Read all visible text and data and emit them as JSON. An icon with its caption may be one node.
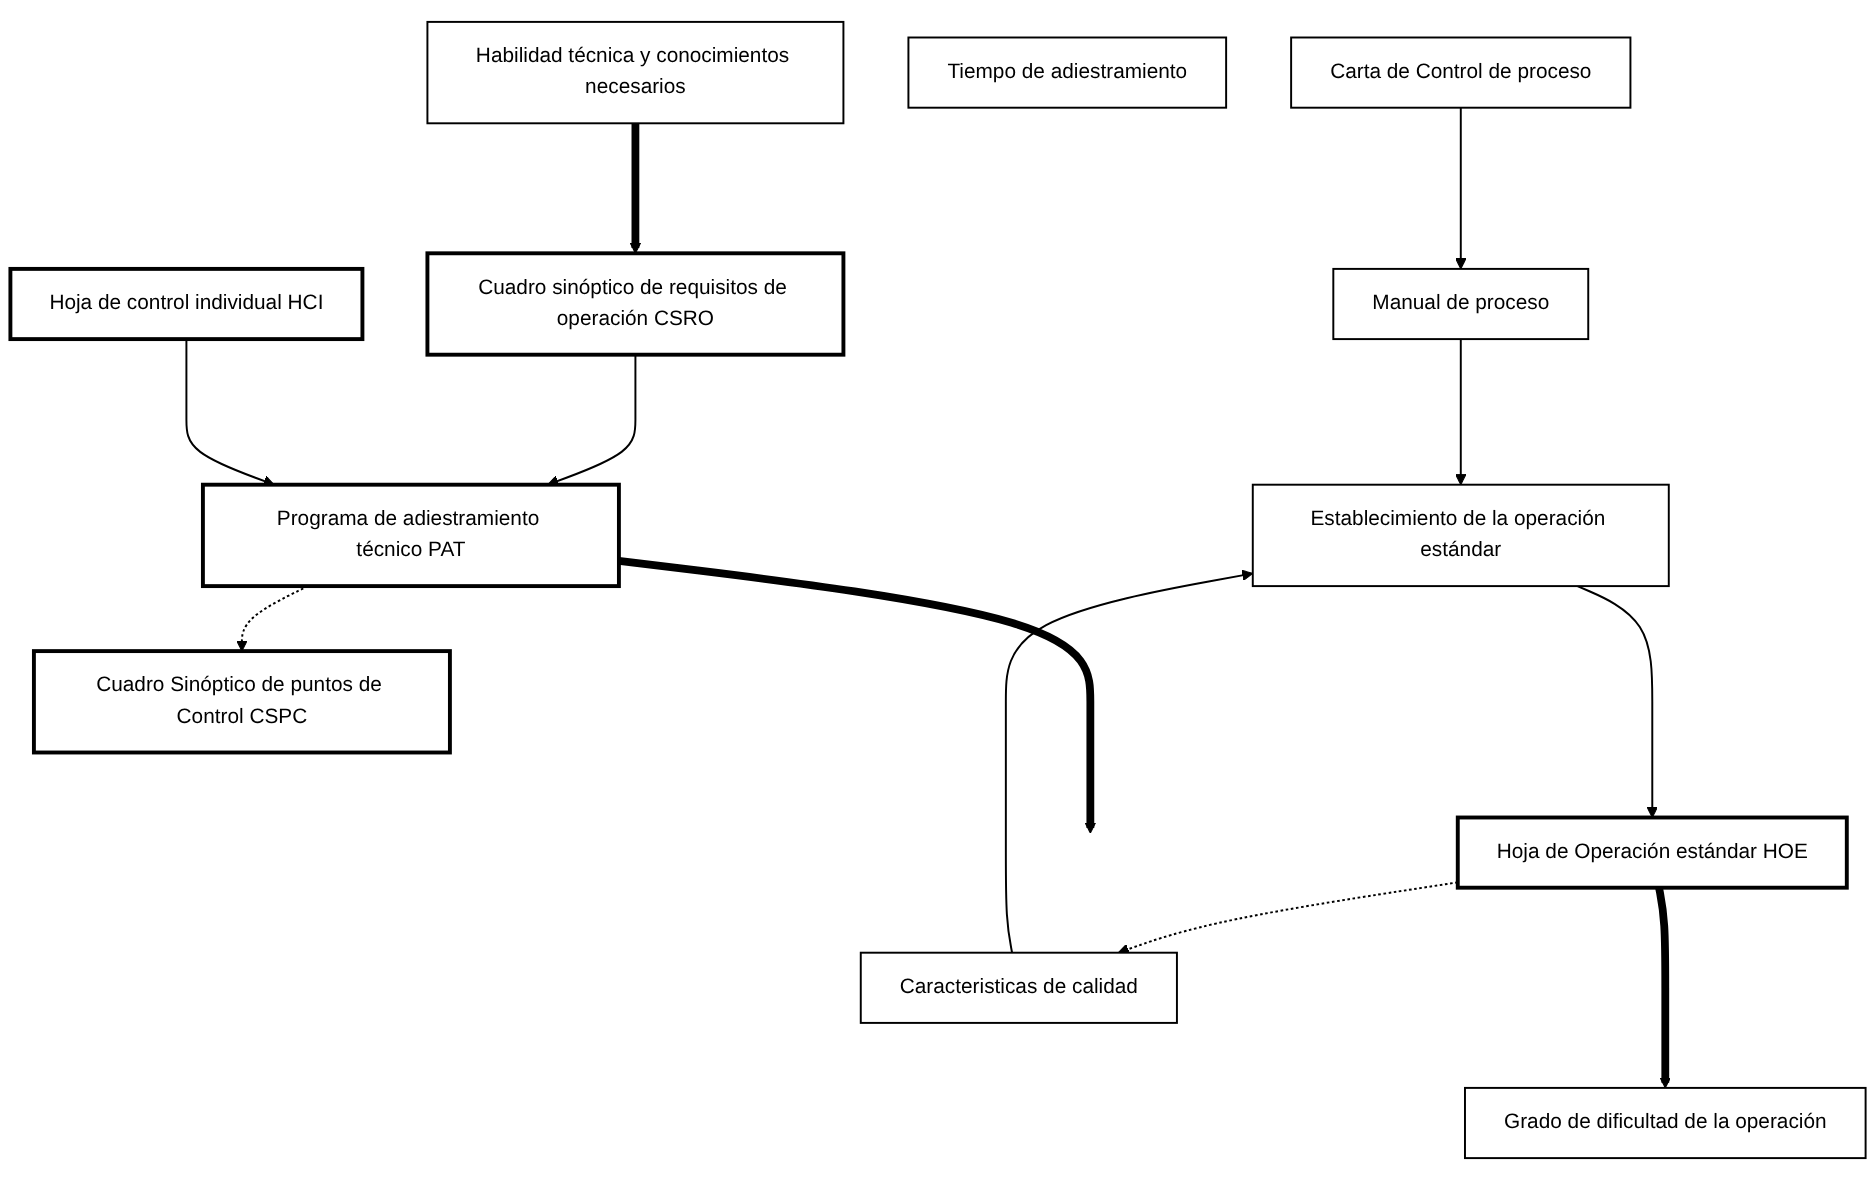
{
  "diagram": {
    "nodes": [
      {
        "text": [
          "Carta de Control de proceso"
        ]
      },
      {
        "text": [
          "Manual de proceso"
        ]
      },
      {
        "text": [
          "Caracteristicas de calidad"
        ]
      },
      {
        "text": [
          "Establecimiento de la operación estándar"
        ]
      },
      {
        "text": [
          "Hoja de Operación estándar HOE"
        ]
      },
      {
        "text": [
          "Grado de dificultad de la operación"
        ]
      },
      {
        "text": [
          "Tiempo de adiestramiento"
        ]
      },
      {
        "text": [
          "Habilidad técnica y conocimientos necesarios"
        ]
      },
      {
        "text": [
          "Cuadro Sinóptico de puntos de Control CSPC"
        ]
      },
      {
        "text": [
          "Cuadro sinóptico de requisitos de operación CSRO"
        ]
      },
      {
        "text": [
          "Hoja de control individual HCI"
        ]
      },
      {
        "text": [
          "Programa de adiestramiento técnico PAT"
        ]
      }
    ],
    "edges": [
      {
        "from": 0,
        "to": 1,
        "arrow": "to"
      },
      {
        "from": 1,
        "to": 3,
        "arrow": "to"
      },
      {
        "from": 2,
        "to": 3,
        "arrow": "to"
      },
      {
        "from": 3,
        "to": 4,
        "arrow": "to"
      },
      {
        "from": 4,
        "to": 2,
        "arrow": "to",
        "style": "dashed"
      },
      {
        "from": 4,
        "to": 5,
        "arrow": "to",
        "style": "thick"
      },
      {
        "from": 7,
        "to": 9,
        "arrow": "to",
        "style": "thick"
      },
      {
        "from": 9,
        "to": 11,
        "arrow": "to"
      },
      {
        "from": 10,
        "to": 11,
        "arrow": "to"
      },
      {
        "from": 11,
        "to": 8,
        "arrow": "to",
        "style": "dashed"
      },
      {
        "from": 11,
        "to": null,
        "arrow": "to",
        "style": "thick"
      }
    ]
  }
}
